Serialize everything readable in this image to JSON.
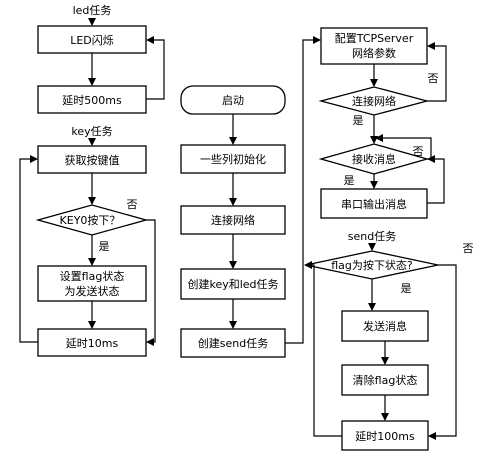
{
  "led_task": {
    "title": "led任务",
    "led_toggle": "LED闪烁",
    "delay": "延时500ms"
  },
  "key_task": {
    "title": "key任务",
    "get_key": "获取按键值",
    "decision": "KEY0按下？",
    "no_label": "否",
    "yes_label": "是",
    "set_flag_line1": "设置flag状态",
    "set_flag_line2": "为发送状态",
    "delay": "延时10ms"
  },
  "main_flow": {
    "start": "启动",
    "init": "一些列初始化",
    "connect": "连接网络",
    "create_tasks": "创建key和led任务",
    "create_send": "创建send任务"
  },
  "tcp_flow": {
    "config_line1": "配置TCPServer",
    "config_line2": "网络参数",
    "connect": "连接网络",
    "connect_no": "否",
    "connect_yes": "是",
    "receive": "接收消息",
    "receive_no": "否",
    "receive_yes": "是",
    "serial_out": "串口输出消息"
  },
  "send_task": {
    "title": "send任务",
    "decision": "flag为按下状态?",
    "no_label": "否",
    "yes_label": "是",
    "send_msg": "发送消息",
    "clear_flag": "清除flag状态",
    "delay": "延时100ms"
  }
}
